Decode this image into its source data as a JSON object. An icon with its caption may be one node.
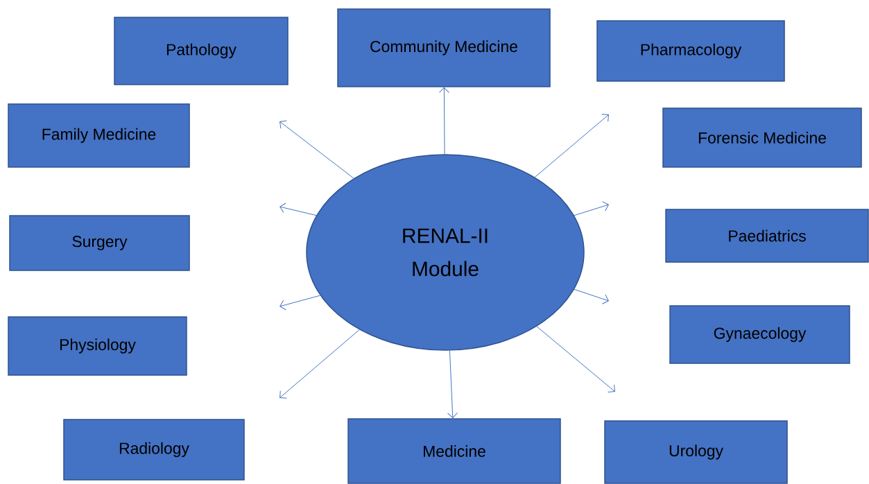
{
  "diagram": {
    "nodes": [
      {
        "text": [
          "Pathology"
        ]
      },
      {
        "text": [
          "Community Medicine"
        ]
      },
      {
        "text": [
          "Pharmacology"
        ]
      },
      {
        "text": [
          "Family Medicine"
        ]
      },
      {
        "text": [
          "Forensic Medicine"
        ]
      },
      {
        "text": [
          "RENAL-II Module"
        ]
      },
      {
        "text": [
          "Surgery"
        ]
      },
      {
        "text": [
          "Paediatrics"
        ]
      },
      {
        "text": [
          "Physiology"
        ]
      },
      {
        "text": [
          "Gynaecology"
        ]
      },
      {
        "text": [
          "Radiology"
        ]
      },
      {
        "text": [
          "Medicine"
        ]
      },
      {
        "text": [
          "Urology"
        ]
      }
    ],
    "edges": [
      {
        "from": 5,
        "to": 1,
        "arrow": "to"
      },
      {
        "from": 5,
        "to": null,
        "arrow": "to"
      },
      {
        "from": 5,
        "to": null,
        "arrow": "to"
      },
      {
        "from": 5,
        "to": null,
        "arrow": "to"
      },
      {
        "from": 5,
        "to": null,
        "arrow": "to"
      },
      {
        "from": 5,
        "to": 11,
        "arrow": "to"
      },
      {
        "from": 5,
        "to": null,
        "arrow": "to"
      },
      {
        "from": 5,
        "to": null,
        "arrow": "to"
      },
      {
        "from": 5,
        "to": null,
        "arrow": "to"
      },
      {
        "from": 5,
        "to": null,
        "arrow": "to"
      }
    ]
  }
}
